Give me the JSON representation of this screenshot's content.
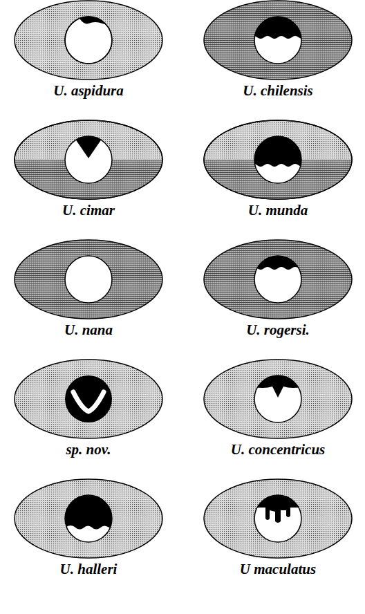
{
  "diagram": {
    "labels": [
      "U. aspidura",
      "U. chilensis",
      "U. cimar",
      "U. munda",
      "U. nana",
      "U. rogersi.",
      "sp. nov.",
      "U. concentricus",
      "U. halleri",
      "U maculatus"
    ]
  }
}
